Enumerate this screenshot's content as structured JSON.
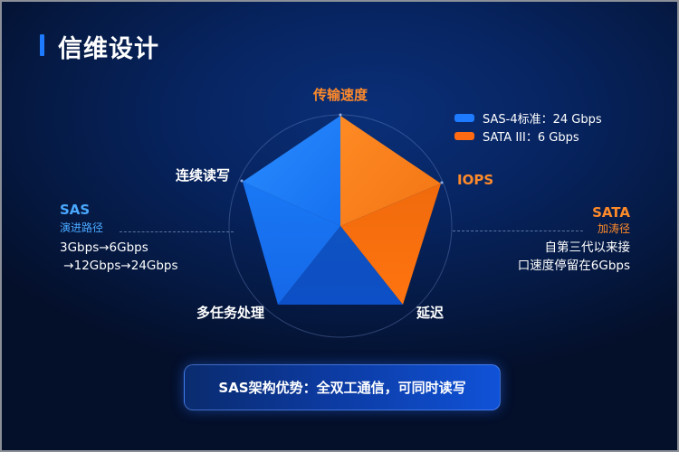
{
  "header": {
    "title": "信维设计"
  },
  "chart_data": {
    "type": "radar",
    "axes": [
      "传输速度",
      "IOPS",
      "延迟",
      "多任务处理",
      "连续读写"
    ],
    "series": [
      {
        "name": "SAS-4标准：24 Gbps",
        "color": "#1e7bff",
        "sectors": [
          "延迟-多任务处理",
          "多任务处理-连续读写",
          "连续读写-传输速度"
        ]
      },
      {
        "name": "SATA III：6 Gbps",
        "color": "#ff7a1a",
        "sectors": [
          "传输速度-IOPS",
          "IOPS-延迟"
        ]
      }
    ],
    "legend_position": "top-right"
  },
  "axis_labels": {
    "speed": "传输速度",
    "iops": "IOPS",
    "latency": "延迟",
    "multitask": "多任务处理",
    "sequential": "连续读写"
  },
  "legend": [
    {
      "label": "SAS-4标准：24 Gbps",
      "color": "#1e7bff"
    },
    {
      "label": "SATA III：6 Gbps",
      "color": "#ff7a1a"
    }
  ],
  "sas_panel": {
    "title": "SAS",
    "subtitle": "演进路径",
    "line1": "3Gbps→6Gbps",
    "line2": " →12Gbps→24Gbps"
  },
  "sata_panel": {
    "title": "SATA",
    "subtitle": "加涛径",
    "line1": "自第三代以来接",
    "line2": "口速度停留在6Gbps"
  },
  "callout": {
    "text": "SAS架构优势：全双工通信，可同时读写"
  },
  "colors": {
    "sas_blue": "#1e7bff",
    "sata_orange": "#ff7a1a",
    "sas_label": "#4aa8ff",
    "sata_label": "#ff8a2a"
  }
}
